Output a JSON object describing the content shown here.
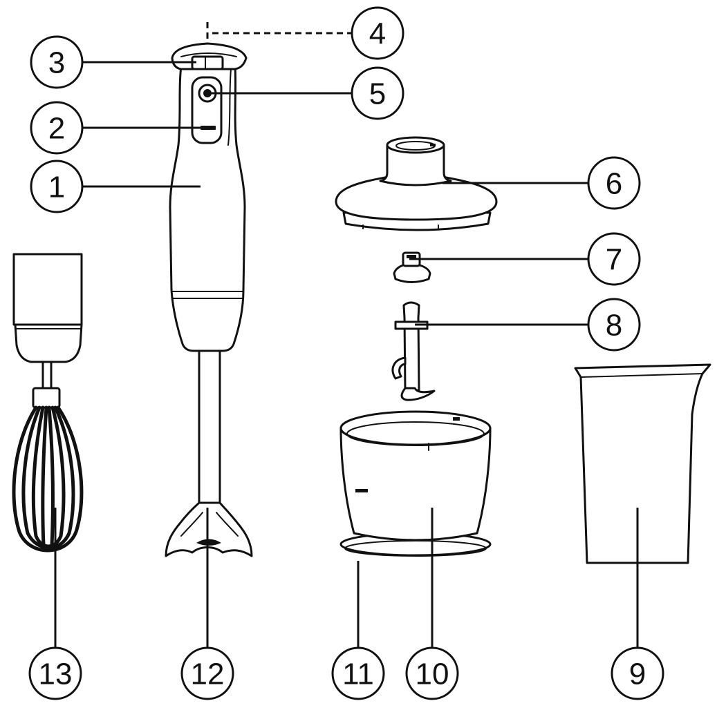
{
  "callouts": [
    "1",
    "2",
    "3",
    "4",
    "5",
    "6",
    "7",
    "8",
    "9",
    "10",
    "11",
    "12",
    "13"
  ],
  "colors": {
    "stroke": "#111111",
    "fill": "#ffffff",
    "background": "#ffffff"
  }
}
